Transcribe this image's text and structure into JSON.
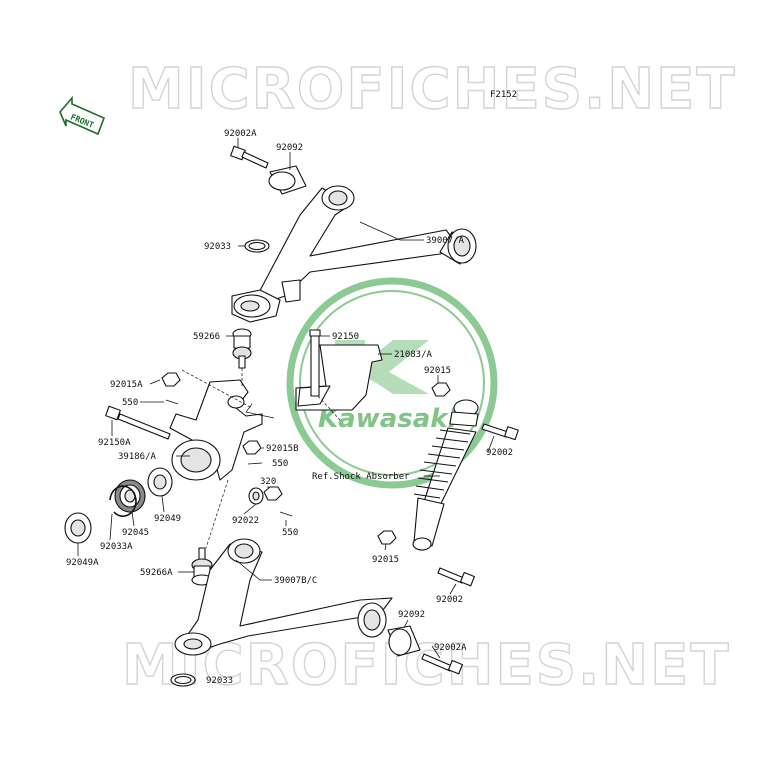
{
  "watermark": "MICROFICHES.NET",
  "figure_id": "F2152",
  "front_label": "FRONT",
  "logo_text": "Kawasaki",
  "labels": {
    "p92002A_top": "92002A",
    "p92092_top": "92092",
    "p39007A": "39007/A",
    "p92033_top": "92033",
    "p59266": "59266",
    "p92150": "92150",
    "p21083A": "21083/A",
    "p92015_right": "92015",
    "p92015A": "92015A",
    "p550_a": "550",
    "p92150A": "92150A",
    "p39186A": "39186/A",
    "p92015B": "92015B",
    "p550_b": "550",
    "p320": "320",
    "p92022": "92022",
    "p550_c": "550",
    "p92049": "92049",
    "p92045": "92045",
    "p92033A": "92033A",
    "p92049A": "92049A",
    "p59266A": "59266A",
    "p39007BC": "39007B/C",
    "p92015_low": "92015",
    "p92002_low": "92002",
    "p92092_low": "92092",
    "p92002A_low": "92002A",
    "p92033_low": "92033",
    "p92002_right": "92002",
    "shock_ref": "Ref.Shock Absorber"
  }
}
